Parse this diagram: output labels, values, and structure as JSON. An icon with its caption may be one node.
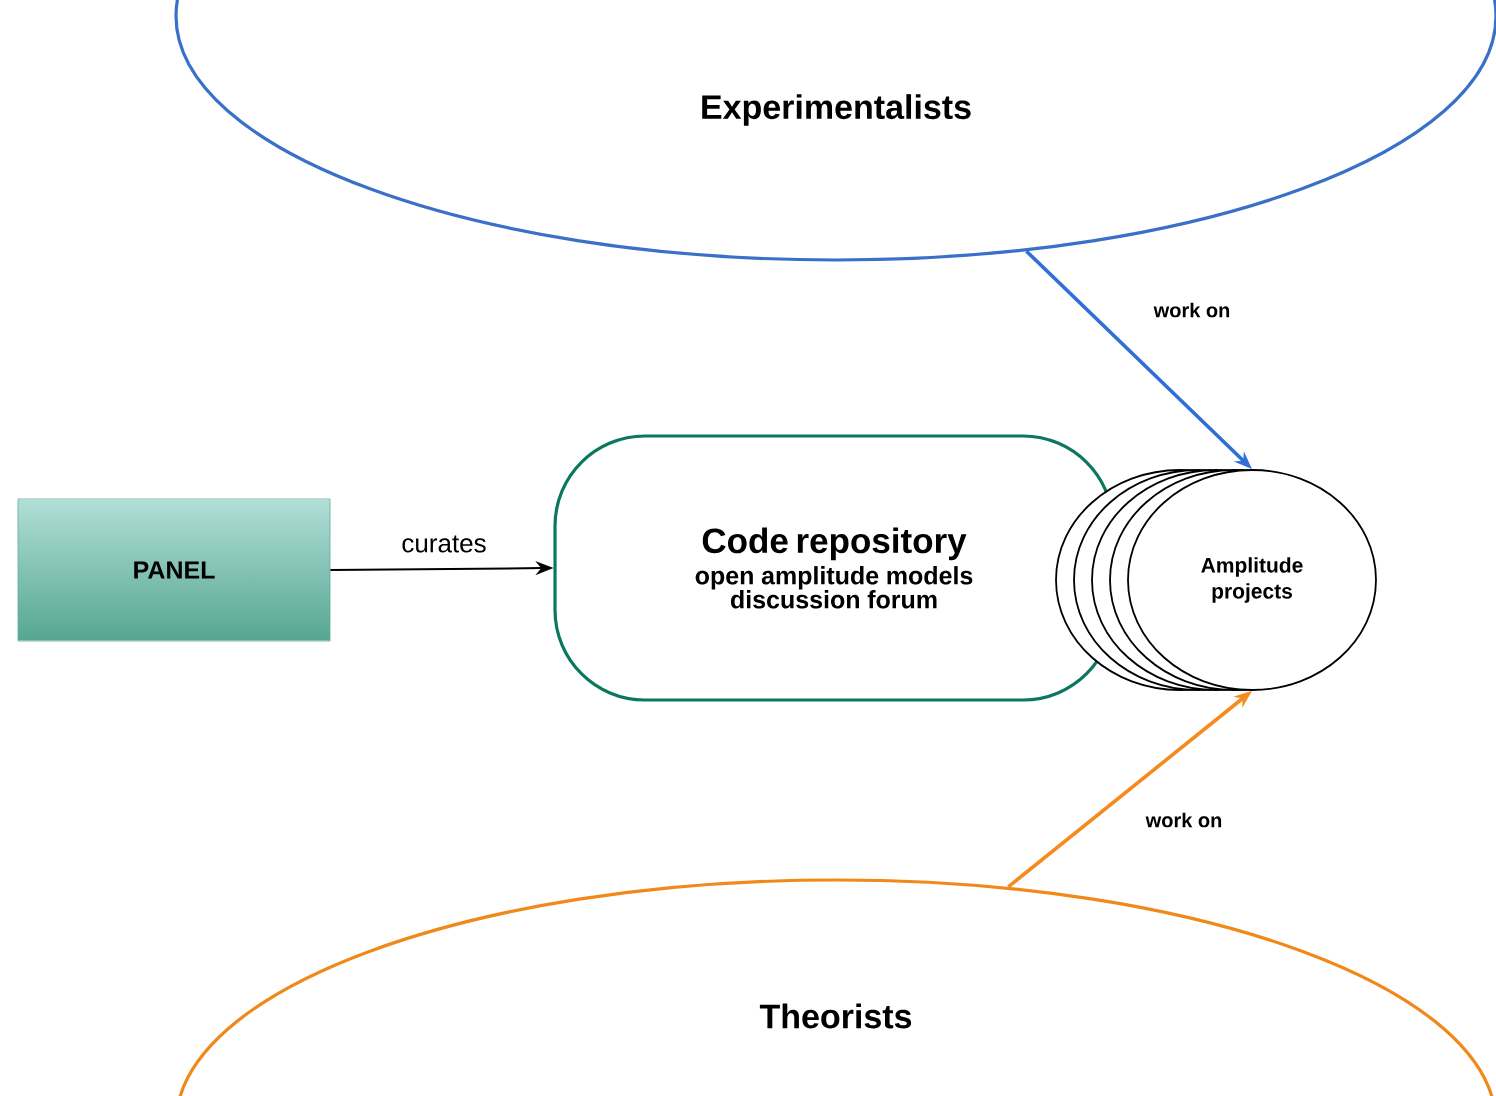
{
  "diagram": {
    "nodes": [
      {
        "text": [
          "Experimentalists"
        ]
      },
      {
        "text": [
          "PANEL"
        ]
      },
      {
        "text": [
          "Code repository",
          "open amplitude models discussion forum"
        ]
      },
      {
        "text": [
          "Amplitude projects"
        ]
      },
      {
        "text": [
          "Theorists"
        ]
      }
    ],
    "edges": [
      {
        "from": 1,
        "to": 2,
        "arrow": "to",
        "label": "curates"
      },
      {
        "from": 0,
        "to": 3,
        "arrow": "to",
        "label": "work on",
        "color": "#2f6fd6"
      },
      {
        "from": 4,
        "to": 3,
        "arrow": "to",
        "label": "work on",
        "color": "#f58a1f"
      }
    ]
  }
}
